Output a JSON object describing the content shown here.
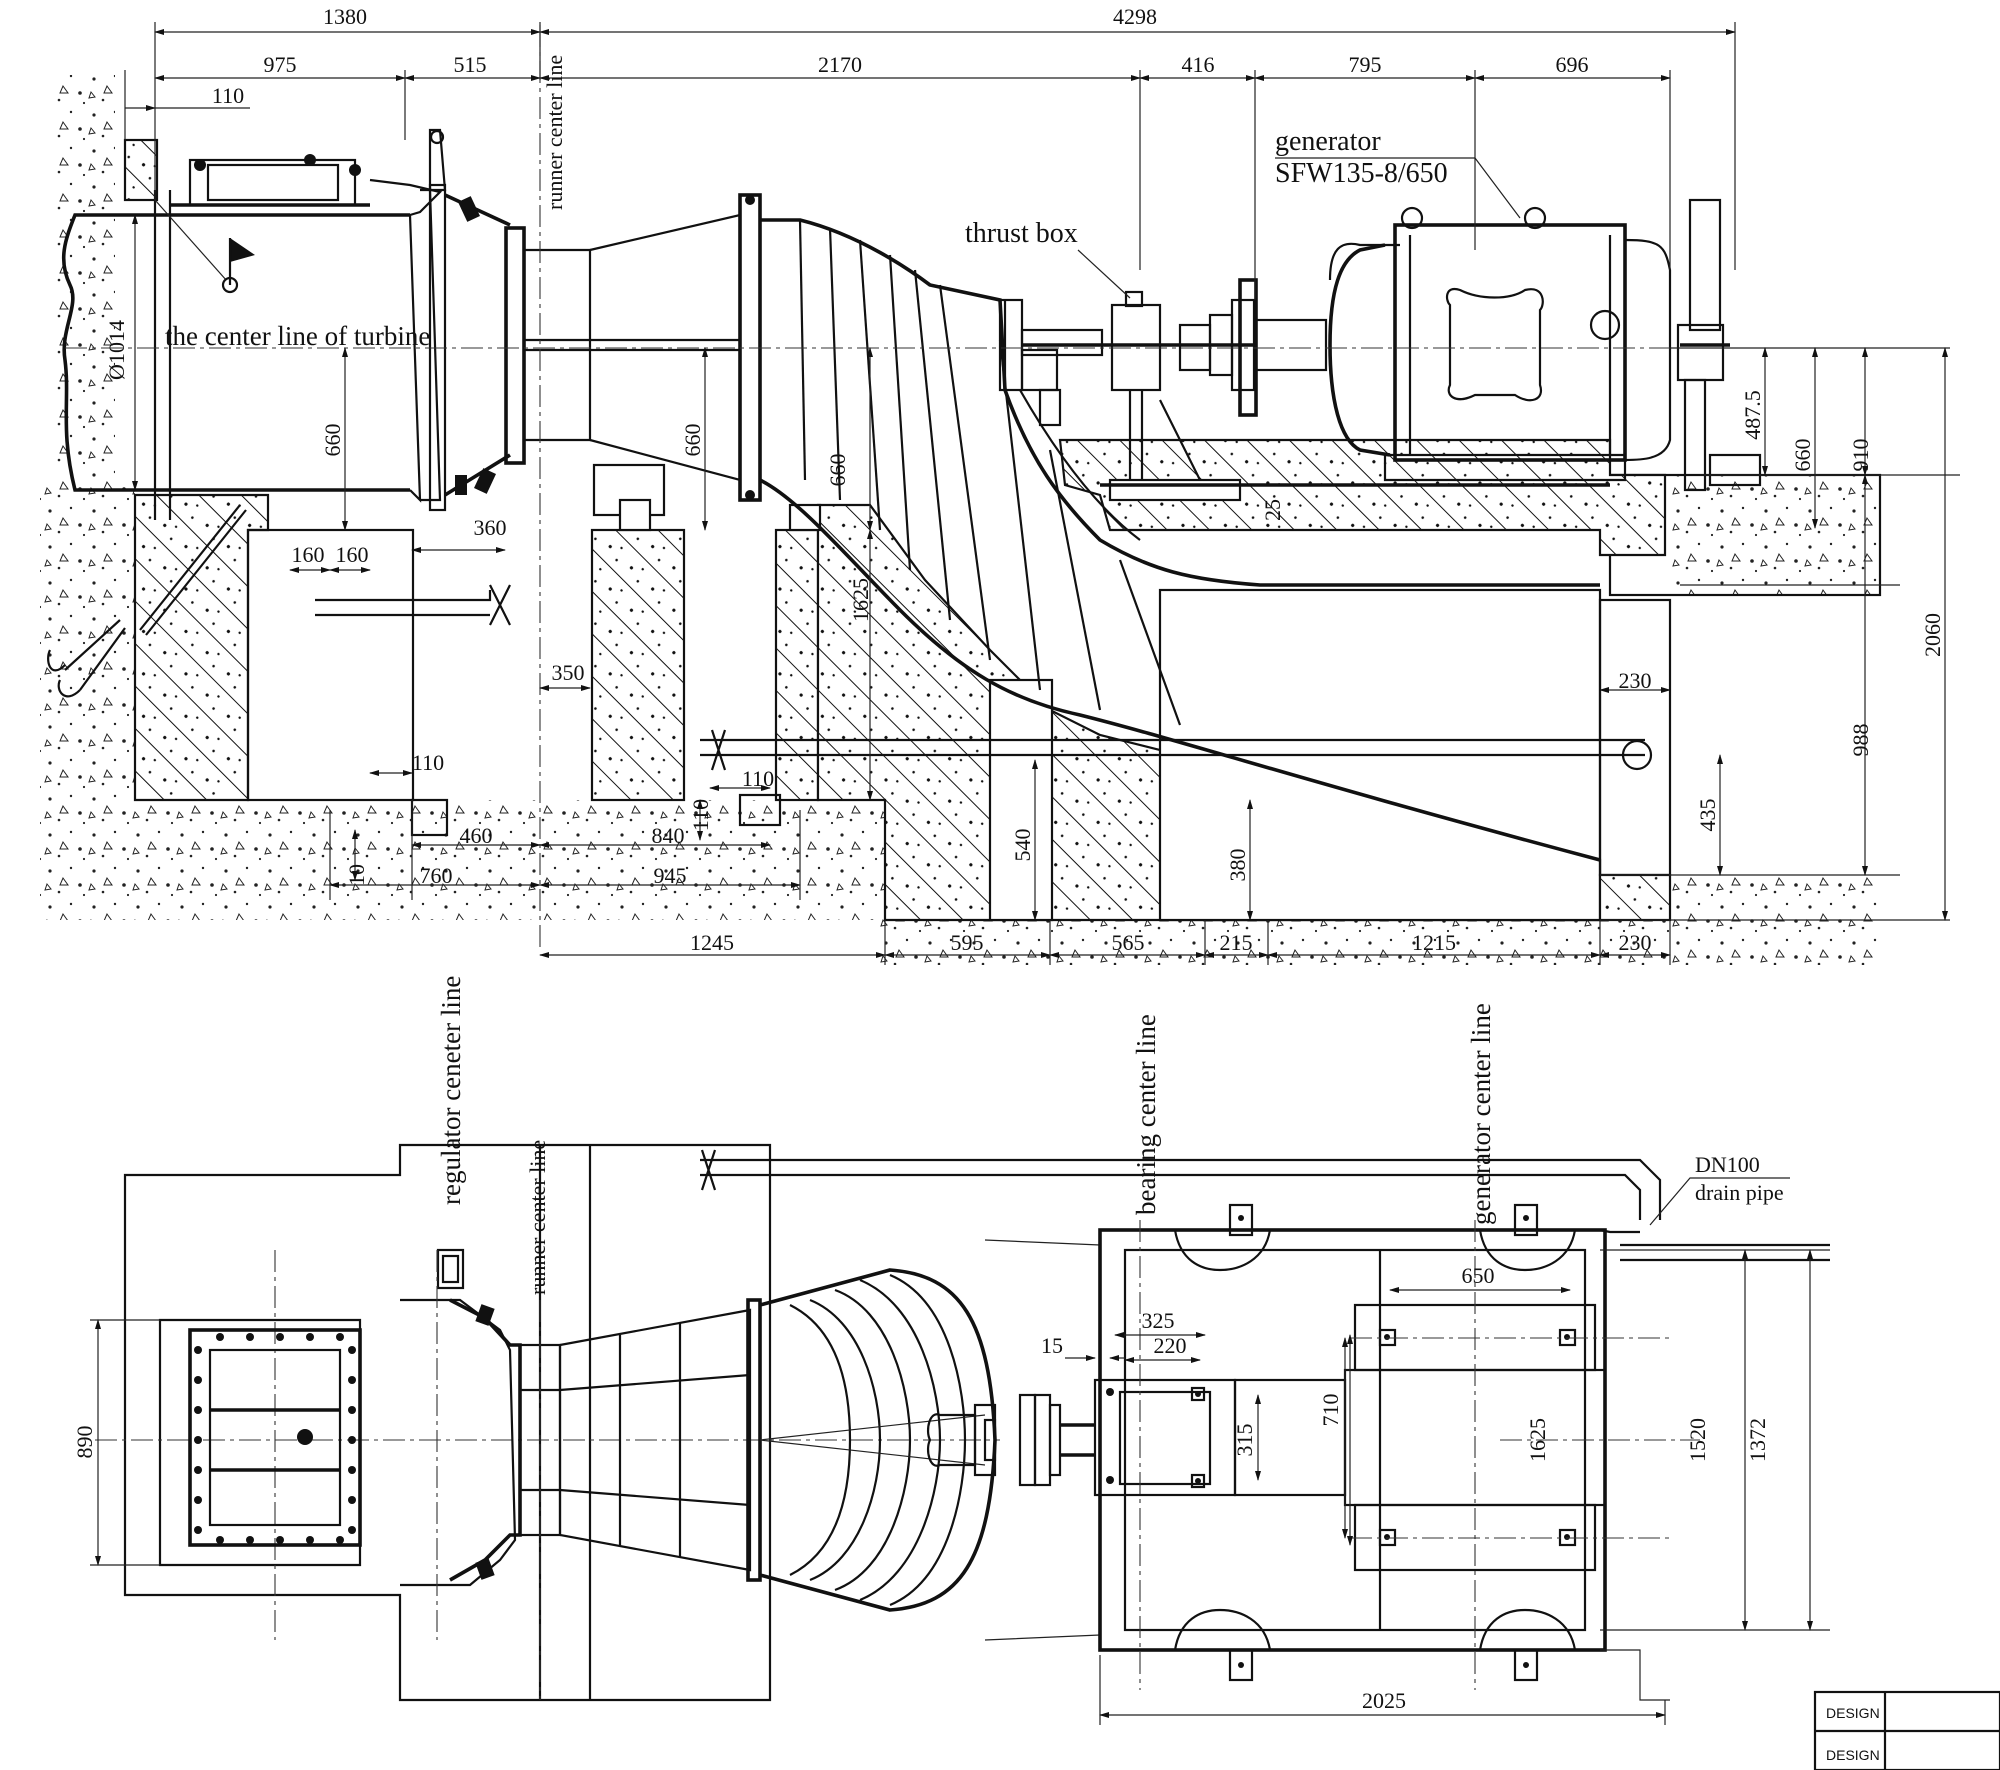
{
  "labels": {
    "generator": "generator",
    "generator_model": "SFW135-8/650",
    "thrust_box": "thrust box",
    "turbine_center": "the center line of turbine",
    "runner_center_top": "runner center line",
    "runner_center_plan": "runner center line",
    "regulator_center": "regulator ceneter line",
    "bearing_center": "bearing center line",
    "generator_center": "generator center line",
    "drain_size": "DN100",
    "drain_pipe": "drain pipe"
  },
  "elevation_dims": {
    "top_1380": "1380",
    "top_4298": "4298",
    "d975": "975",
    "d515": "515",
    "d2170": "2170",
    "d416": "416",
    "d795": "795",
    "d696": "696",
    "d110_top": "110",
    "dia1014": "Ø1014",
    "d660_a": "660",
    "d660_b": "660",
    "d660_c": "660",
    "d360": "360",
    "d160a": "160",
    "d160b": "160",
    "d350": "350",
    "d1625": "1625",
    "d25": "25",
    "d230_r": "230",
    "d487_5": "487.5",
    "d660_r": "660",
    "d910": "910",
    "d2060": "2060",
    "d988": "988",
    "d435": "435",
    "d110_l": "110",
    "d110_m": "110",
    "d110_v": "110",
    "d460": "460",
    "d840": "840",
    "d10": "10",
    "d760": "760",
    "d945": "945",
    "d540": "540",
    "d380": "380",
    "d1245": "1245",
    "d595": "595",
    "d565": "565",
    "d215": "215",
    "d1215": "1215",
    "d230_b": "230"
  },
  "plan_dims": {
    "d890": "890",
    "d650": "650",
    "d325": "325",
    "d220": "220",
    "d15": "15",
    "d315": "315",
    "d710": "710",
    "d1625": "1625",
    "d1520": "1520",
    "d1372": "1372",
    "d2025": "2025"
  },
  "title_block": {
    "row1": "DESIGN",
    "row2": "DESIGN"
  }
}
